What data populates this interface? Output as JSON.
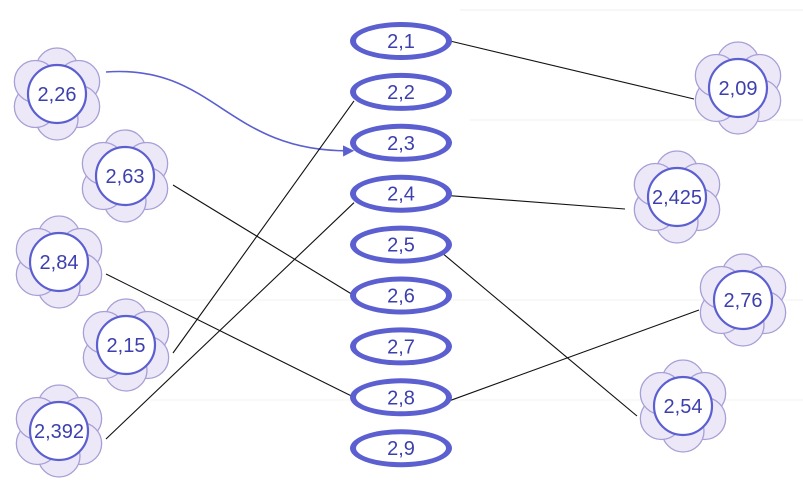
{
  "colors": {
    "oval_fill": "#5b5fd0",
    "oval_inner": "#ffffff",
    "petal_fill": "#ece8f8",
    "petal_stroke": "#a79fd6",
    "text": "#3d3fae",
    "connector": "#111111",
    "arrow": "#5b5fd0"
  },
  "scale_values": [
    "2,1",
    "2,2",
    "2,3",
    "2,4",
    "2,5",
    "2,6",
    "2,7",
    "2,8",
    "2,9"
  ],
  "left_flowers": [
    {
      "label": "2,26",
      "target": "2,3",
      "arrow": true
    },
    {
      "label": "2,63",
      "target": "2,6"
    },
    {
      "label": "2,84",
      "target": "2,8"
    },
    {
      "label": "2,15",
      "target": "2,2"
    },
    {
      "label": "2,392",
      "target": "2,4"
    }
  ],
  "right_flowers": [
    {
      "label": "2,09",
      "target": "2,1"
    },
    {
      "label": "2,425",
      "target": "2,4"
    },
    {
      "label": "2,76",
      "target": "2,8"
    },
    {
      "label": "2,54",
      "target": "2,5"
    }
  ]
}
